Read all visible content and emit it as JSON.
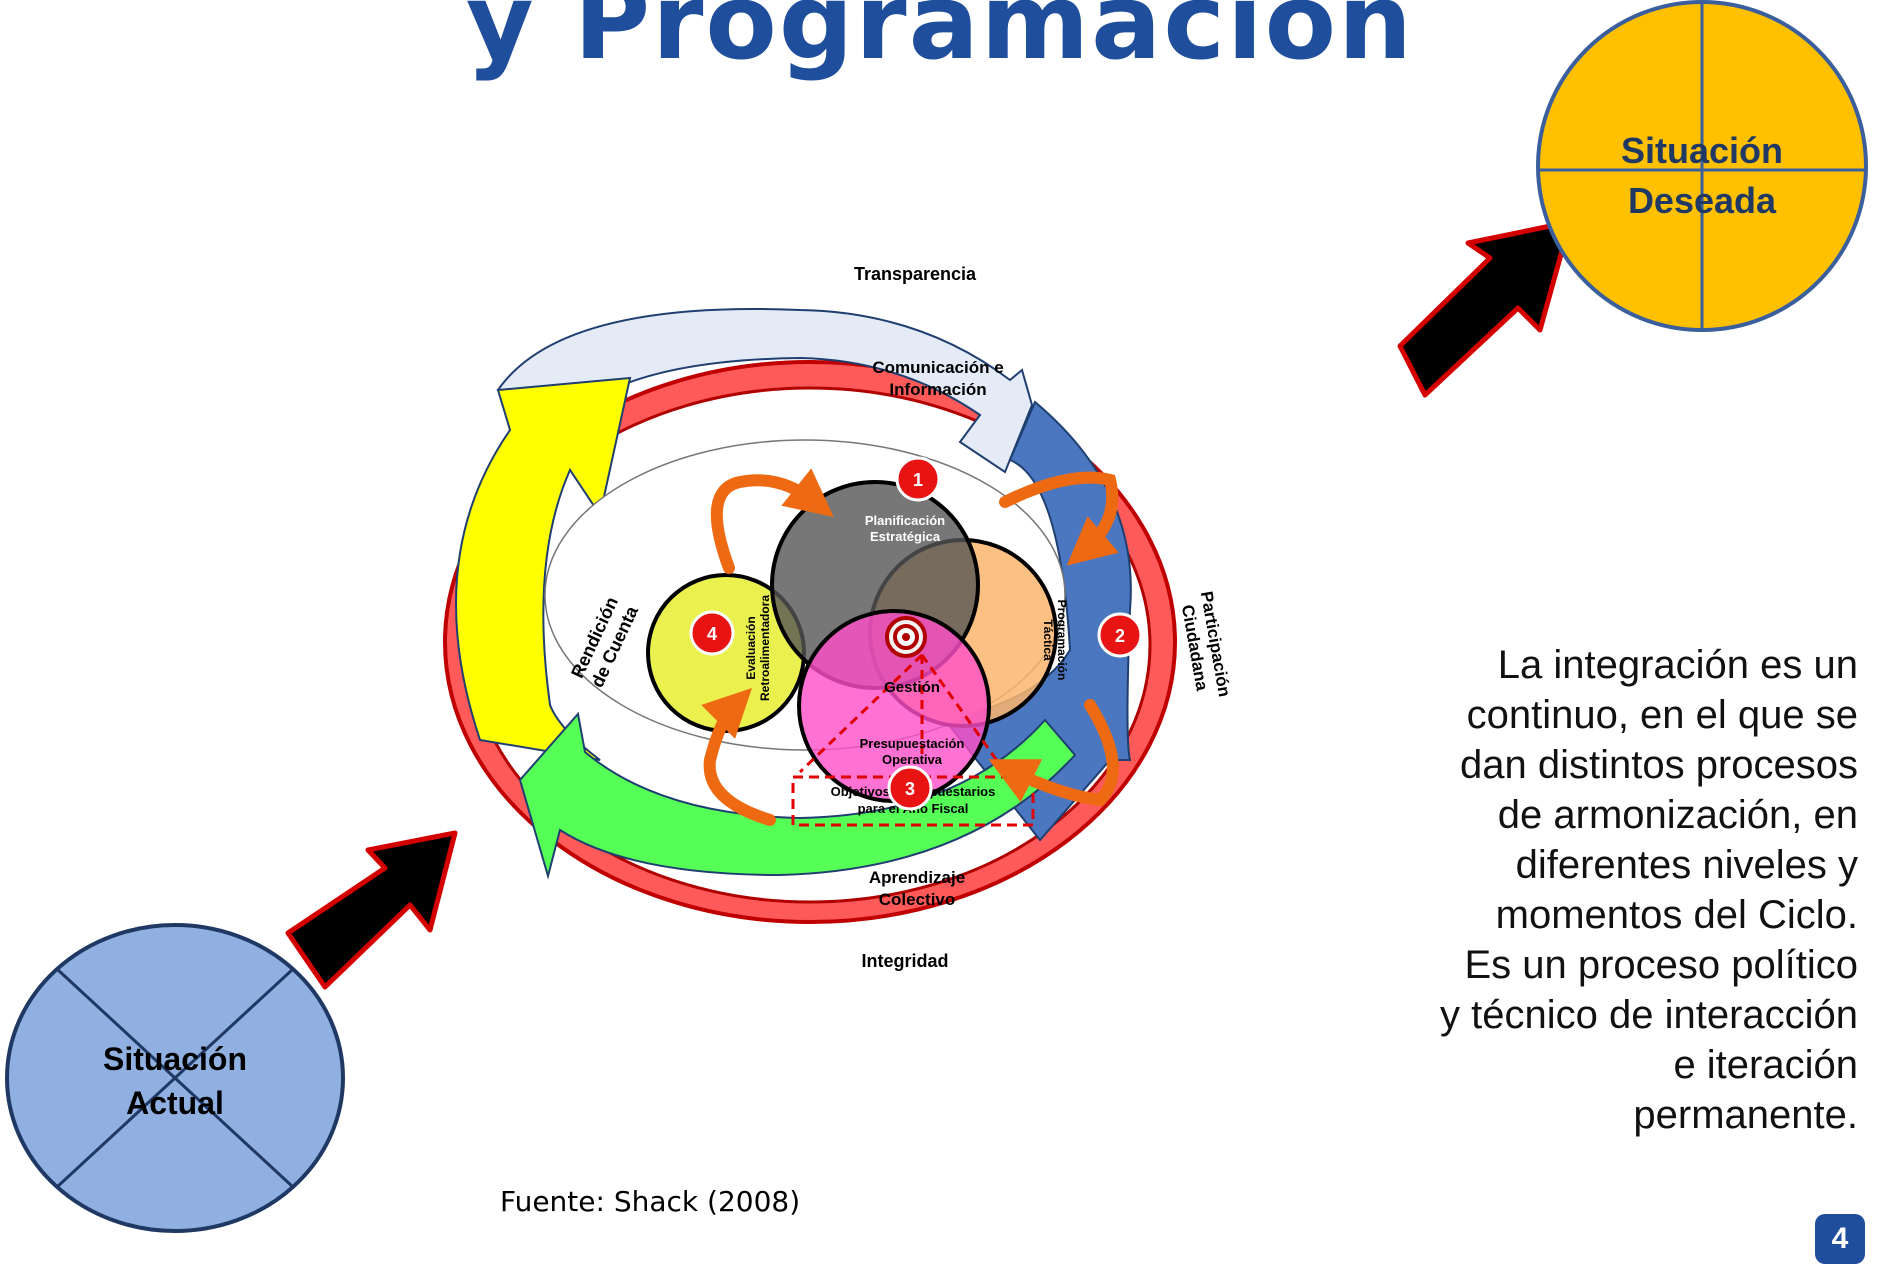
{
  "title": "y Programación",
  "ring": {
    "top": "Transparencia",
    "bottom": "Integridad"
  },
  "arrows": {
    "communication": [
      "Comunicación e",
      "Información"
    ],
    "accountability": [
      "Rendición",
      "de Cuenta"
    ],
    "participation": [
      "Participación",
      "Ciudadana"
    ],
    "learning": [
      "Aprendizaje",
      "Colectivo"
    ]
  },
  "circles": {
    "planning": [
      "Planificación",
      "Estratégica"
    ],
    "programming": [
      "Programación",
      "Táctica"
    ],
    "evaluation": [
      "Evaluación",
      "Retroalimentadora"
    ],
    "management": "Gestión",
    "budgeting": [
      "Presupuestación",
      "Operativa"
    ]
  },
  "steps": [
    "1",
    "2",
    "3",
    "4"
  ],
  "objectives": [
    "Objetivos Presupuestarios",
    "para el Año Fiscal"
  ],
  "desired": [
    "Situación",
    "Deseada"
  ],
  "current": [
    "Situación",
    "Actual"
  ],
  "description": "La integración es un continuo, en el que se dan distintos procesos de armonización, en diferentes niveles y momentos del Ciclo. Es un proceso político y técnico de interacción e iteración permanente.",
  "source": "Fuente: Shack (2008)",
  "page_number": "4",
  "colors": {
    "title": "#1f4e9c",
    "ring": "#ff5a5a",
    "yellow_arrow": "#ffff00",
    "blue_arrow": "#4a77bf",
    "green_arrow": "#55ff55",
    "light_arrow": "#e4ebf6",
    "desired_fill": "#ffc000",
    "current_fill": "#8fb0e0",
    "orange_arrows": "#ee6a12"
  }
}
